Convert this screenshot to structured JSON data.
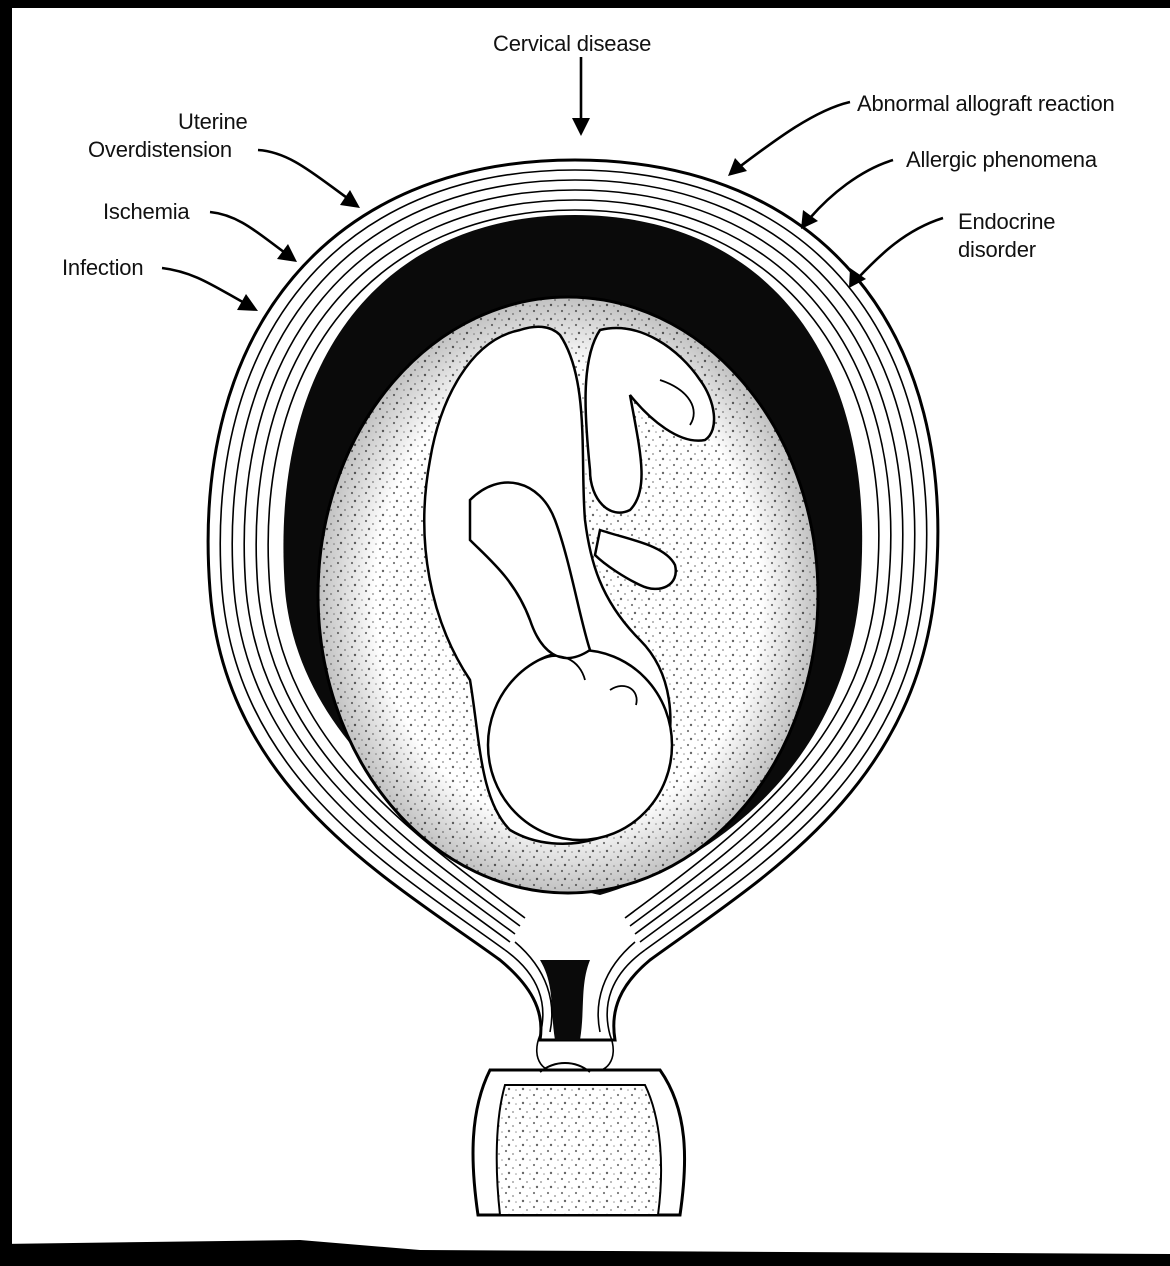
{
  "labels": {
    "cervical_disease": "Cervical disease",
    "uterine": "Uterine",
    "overdistension": "Overdistension",
    "ischemia": "Ischemia",
    "infection": "Infection",
    "abnormal_allograft": "Abnormal allograft reaction",
    "allergic": "Allergic phenomena",
    "endocrine": "Endocrine",
    "disorder": "disorder"
  },
  "colors": {
    "ink": "#111111",
    "paper": "#ffffff",
    "stipple": "#9a9a9a"
  }
}
